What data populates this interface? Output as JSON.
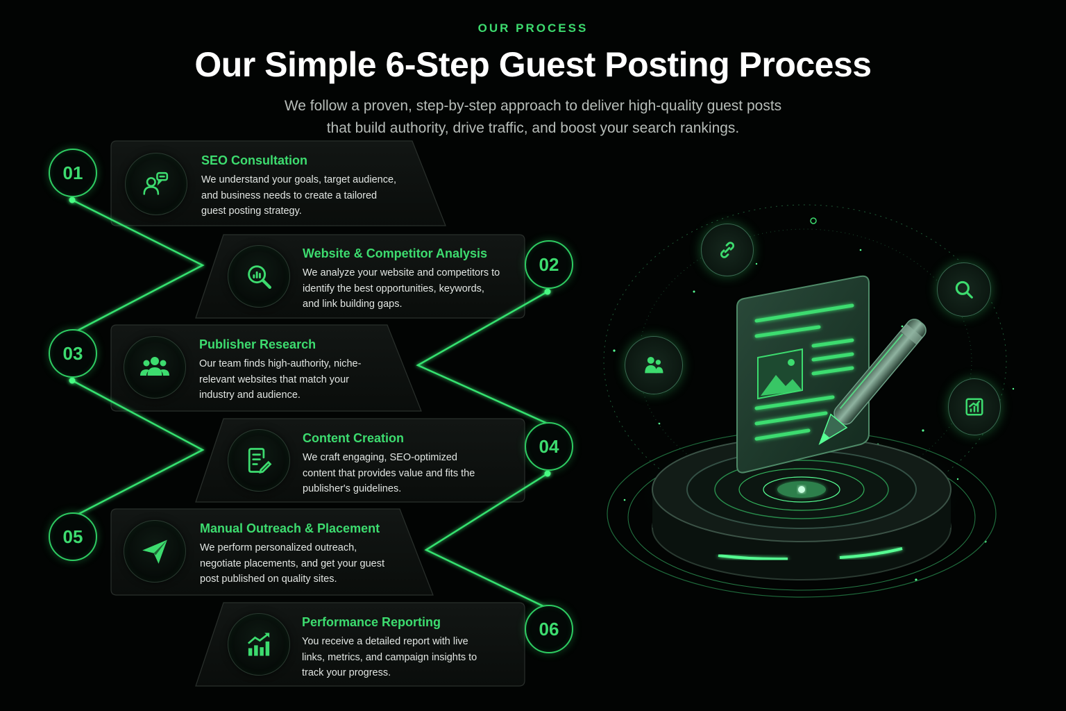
{
  "header": {
    "eyebrow": "OUR PROCESS",
    "title": "Our Simple 6-Step Guest Posting Process",
    "subtitle_line1": "We follow a proven, step-by-step approach to deliver high-quality guest posts",
    "subtitle_line2": "that build authority, drive traffic, and boost your search rankings."
  },
  "colors": {
    "accent": "#3ddc6f",
    "background": "#020403",
    "card": "#0d110f"
  },
  "steps": [
    {
      "number": "01",
      "title": "SEO Consultation",
      "desc": "We understand your goals, target audience, and business needs to create a tailored guest posting strategy.",
      "icon": "consultation-icon"
    },
    {
      "number": "02",
      "title": "Website & Competitor Analysis",
      "desc": "We analyze your website and competitors to identify the best opportunities, keywords, and link building gaps.",
      "icon": "analysis-search-icon"
    },
    {
      "number": "03",
      "title": "Publisher Research",
      "desc": "Our team finds high-authority, niche-relevant websites that match your industry and audience.",
      "icon": "team-icon"
    },
    {
      "number": "04",
      "title": "Content Creation",
      "desc": "We craft engaging, SEO-optimized content that provides value and fits the publisher's guidelines.",
      "icon": "document-edit-icon"
    },
    {
      "number": "05",
      "title": "Manual Outreach & Placement",
      "desc": "We perform personalized outreach, negotiate placements, and get your guest post published on quality sites.",
      "icon": "paper-plane-icon"
    },
    {
      "number": "06",
      "title": "Performance Reporting",
      "desc": "You receive a detailed report with live links, metrics, and campaign insights to track your progress.",
      "icon": "growth-chart-icon"
    }
  ],
  "illustration": {
    "orbit_icons": [
      "link-icon",
      "search-icon",
      "users-icon",
      "chart-icon"
    ]
  }
}
